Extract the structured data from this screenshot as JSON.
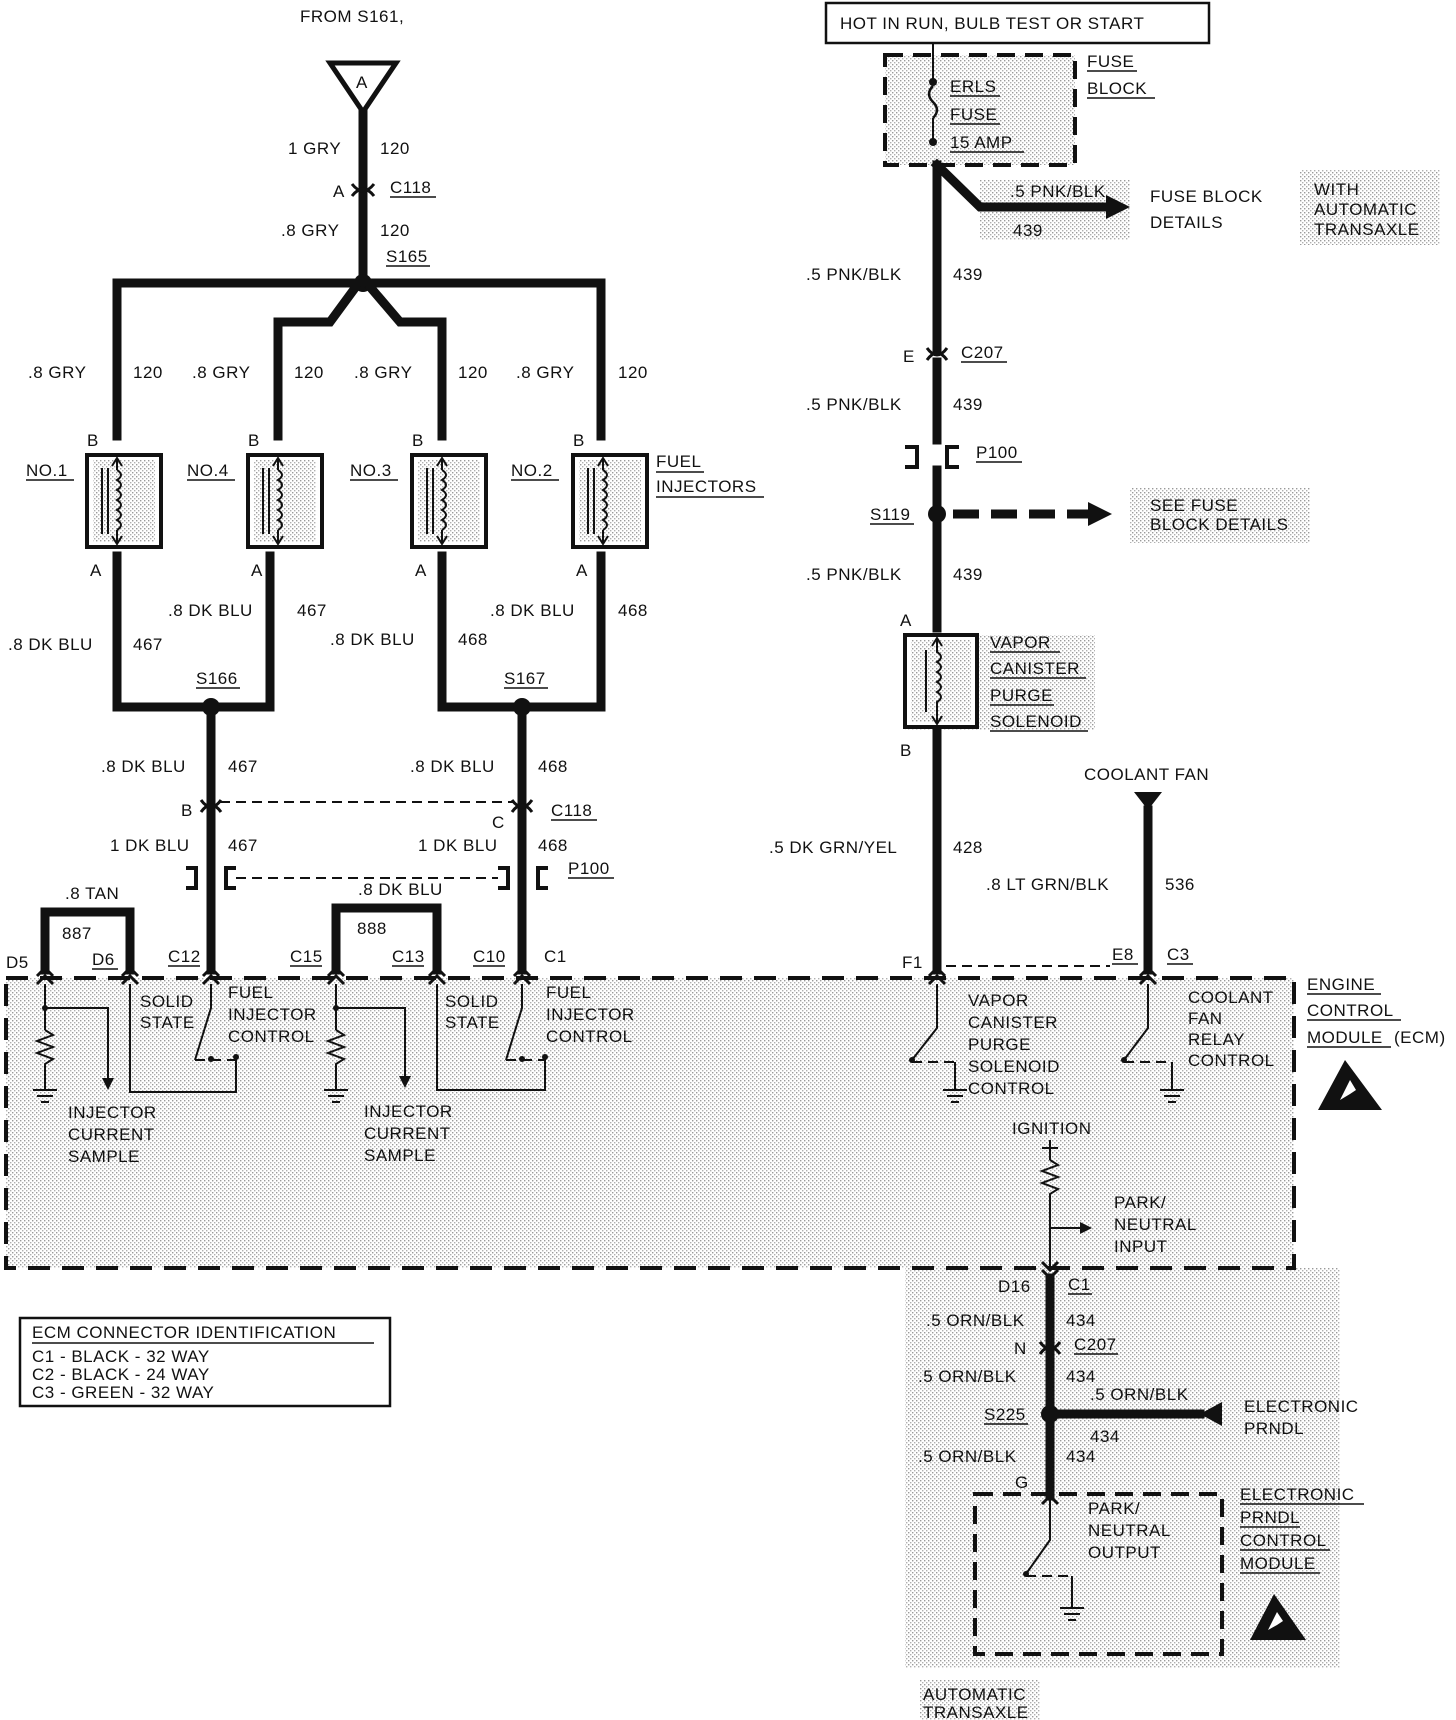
{
  "top": {
    "from_label": "FROM S161,",
    "terminal_a": "A",
    "hot_box": "HOT IN RUN, BULB TEST OR START"
  },
  "fuse": {
    "block_label_1": "FUSE",
    "block_label_2": "BLOCK",
    "name_1": "ERLS",
    "name_2": "FUSE",
    "rating": "15 AMP"
  },
  "left_wires": {
    "w1_size": "1 GRY",
    "w1_num": "120",
    "c118_pin": "A",
    "c118": "C118",
    "w2_size": ".8 GRY",
    "w2_num": "120",
    "s165": "S165",
    "branch_size": ".8 GRY",
    "branch_num": "120"
  },
  "injectors": {
    "title_1": "FUEL",
    "title_2": "INJECTORS",
    "items": [
      {
        "name": "NO.1",
        "pin_b": "B",
        "pin_a": "A"
      },
      {
        "name": "NO.4",
        "pin_b": "B",
        "pin_a": "A"
      },
      {
        "name": "NO.3",
        "pin_b": "B",
        "pin_a": "A"
      },
      {
        "name": "NO.2",
        "pin_b": "B",
        "pin_a": "A"
      }
    ],
    "out": [
      {
        "size": ".8 DK BLU",
        "num": "467"
      },
      {
        "size": ".8 DK BLU",
        "num": "467"
      },
      {
        "size": ".8 DK BLU",
        "num": "468"
      },
      {
        "size": ".8 DK BLU",
        "num": "468"
      }
    ]
  },
  "lower_left": {
    "s166": "S166",
    "s167": "S167",
    "w467_size": ".8 DK BLU",
    "w467_num": "467",
    "w468_size": ".8 DK BLU",
    "w468_num": "468",
    "c118_b": "B",
    "c118_c": "C",
    "c118": "C118",
    "w467b_size": "1 DK BLU",
    "w467b_num": "467",
    "w468b_size": "1 DK BLU",
    "w468b_num": "468",
    "p100": "P100",
    "tan_size": ".8 TAN",
    "tan_num": "887",
    "dkblu_size": ".8 DK BLU",
    "dkblu_num": "888",
    "pins": [
      "D5",
      "D6",
      "C12",
      "C15",
      "C13",
      "C10",
      "C1"
    ]
  },
  "ecm": {
    "title_1": "ENGINE",
    "title_2": "CONTROL",
    "title_3": "MODULE",
    "title_abbr": "(ECM)",
    "solid_1": "SOLID",
    "solid_2": "STATE",
    "fic_1": "FUEL",
    "fic_2": "INJECTOR",
    "fic_3": "CONTROL",
    "ics_1": "INJECTOR",
    "ics_2": "CURRENT",
    "ics_3": "SAMPLE",
    "vp_1": "VAPOR",
    "vp_2": "CANISTER",
    "vp_3": "PURGE",
    "vp_4": "SOLENOID",
    "vp_5": "CONTROL",
    "cf_1": "COOLANT",
    "cf_2": "FAN",
    "cf_3": "RELAY",
    "cf_4": "CONTROL",
    "ignition": "IGNITION",
    "pn_1": "PARK/",
    "pn_2": "NEUTRAL",
    "pn_3": "INPUT",
    "pins_right": [
      "F1",
      "E8",
      "C3"
    ]
  },
  "right_wires": {
    "pnk_size": ".5 PNK/BLK",
    "pnk_num": "439",
    "fbd_1": "FUSE BLOCK",
    "fbd_2": "DETAILS",
    "with_1": "WITH",
    "with_2": "AUTOMATIC",
    "with_3": "TRANSAXLE",
    "c207_pin": "E",
    "c207": "C207",
    "p100": "P100",
    "s119": "S119",
    "see_1": "SEE FUSE",
    "see_2": "BLOCK DETAILS",
    "vcps_1": "VAPOR",
    "vcps_2": "CANISTER",
    "vcps_3": "PURGE",
    "vcps_4": "SOLENOID",
    "pin_a": "A",
    "pin_b": "B",
    "grn_size": ".5 DK GRN/YEL",
    "grn_num": "428",
    "coolant_fan": "COOLANT FAN",
    "ltgrn_size": ".8 LT GRN/BLK",
    "ltgrn_num": "536"
  },
  "transaxle": {
    "d16": "D16",
    "c1": "C1",
    "orn_size": ".5 ORN/BLK",
    "orn_num": "434",
    "n": "N",
    "c207": "C207",
    "s225": "S225",
    "eprndl_1": "ELECTRONIC",
    "eprndl_2": "PRNDL",
    "g": "G",
    "pno_1": "PARK/",
    "pno_2": "NEUTRAL",
    "pno_3": "OUTPUT",
    "mod_1": "ELECTRONIC",
    "mod_2": "PRNDL",
    "mod_3": "CONTROL",
    "mod_4": "MODULE",
    "auto_1": "AUTOMATIC",
    "auto_2": "TRANSAXLE"
  },
  "connector_id": {
    "title": "ECM CONNECTOR IDENTIFICATION",
    "rows": [
      "C1 - BLACK - 32 WAY",
      "C2 - BLACK - 24 WAY",
      "C3 - GREEN - 32 WAY"
    ]
  }
}
